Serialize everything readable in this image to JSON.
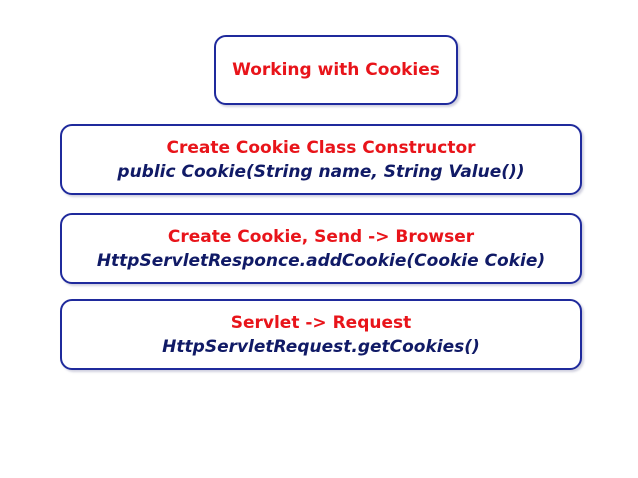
{
  "colors": {
    "heading_red": "#e8141a",
    "code_navy": "#101a66",
    "border_blue": "#1f2a9c"
  },
  "title_box": {
    "label": "Working with Cookies"
  },
  "steps": [
    {
      "heading": "Create Cookie Class Constructor",
      "code": "public Cookie(String name, String  Value())"
    },
    {
      "heading": "Create Cookie, Send -> Browser",
      "code": "HttpServletResponce.addCookie(Cookie Cokie)"
    },
    {
      "heading": "Servlet -> Request",
      "code": "HttpServletRequest.getCookies()"
    }
  ]
}
